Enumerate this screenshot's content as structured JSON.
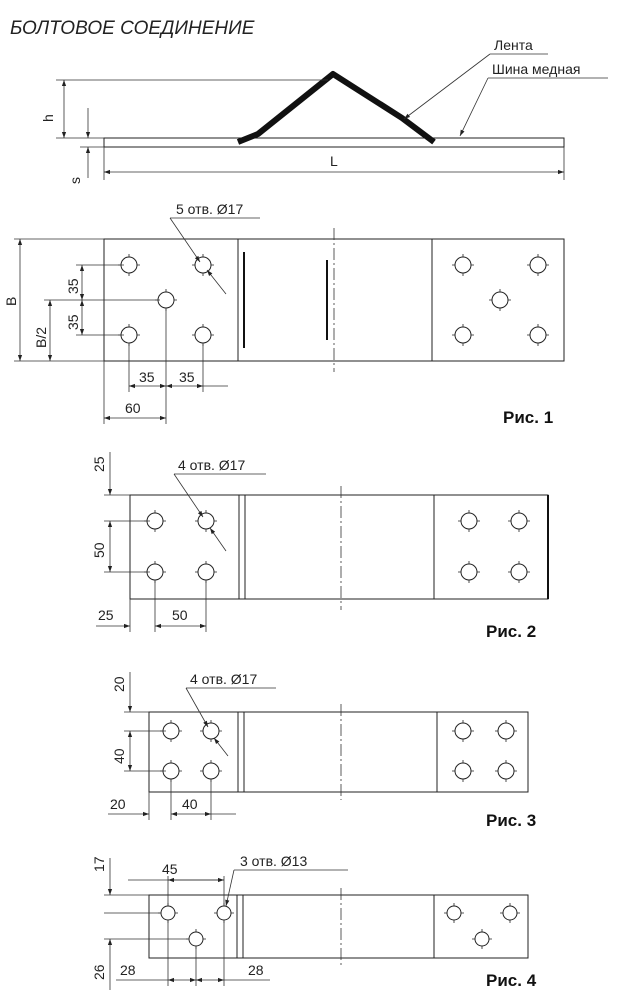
{
  "header": {
    "title": "БОЛТОВОЕ СОЕДИНЕНИЕ"
  },
  "side_view": {
    "label_tape": "Лента",
    "label_bus": "Шина медная",
    "dim_h": "h",
    "dim_s": "s",
    "dim_L": "L"
  },
  "fig1": {
    "holes_label": "5 отв. Ø17",
    "dim_B": "B",
    "dim_B2": "B/2",
    "dim_35_v1": "35",
    "dim_35_v2": "35",
    "dim_35_h1": "35",
    "dim_35_h2": "35",
    "dim_60": "60",
    "caption": "Рис. 1"
  },
  "fig2": {
    "holes_label": "4 отв. Ø17",
    "dim_25_v": "25",
    "dim_50_v": "50",
    "dim_25_h": "25",
    "dim_50_h": "50",
    "caption": "Рис. 2"
  },
  "fig3": {
    "holes_label": "4 отв. Ø17",
    "dim_20_v": "20",
    "dim_40_v": "40",
    "dim_20_h": "20",
    "dim_40_h": "40",
    "caption": "Рис. 3"
  },
  "fig4": {
    "holes_label": "3 отв. Ø13",
    "dim_17_v": "17",
    "dim_26_v": "26",
    "dim_45_h": "45",
    "dim_28_h1": "28",
    "dim_28_h2": "28",
    "caption": "Рис. 4"
  }
}
